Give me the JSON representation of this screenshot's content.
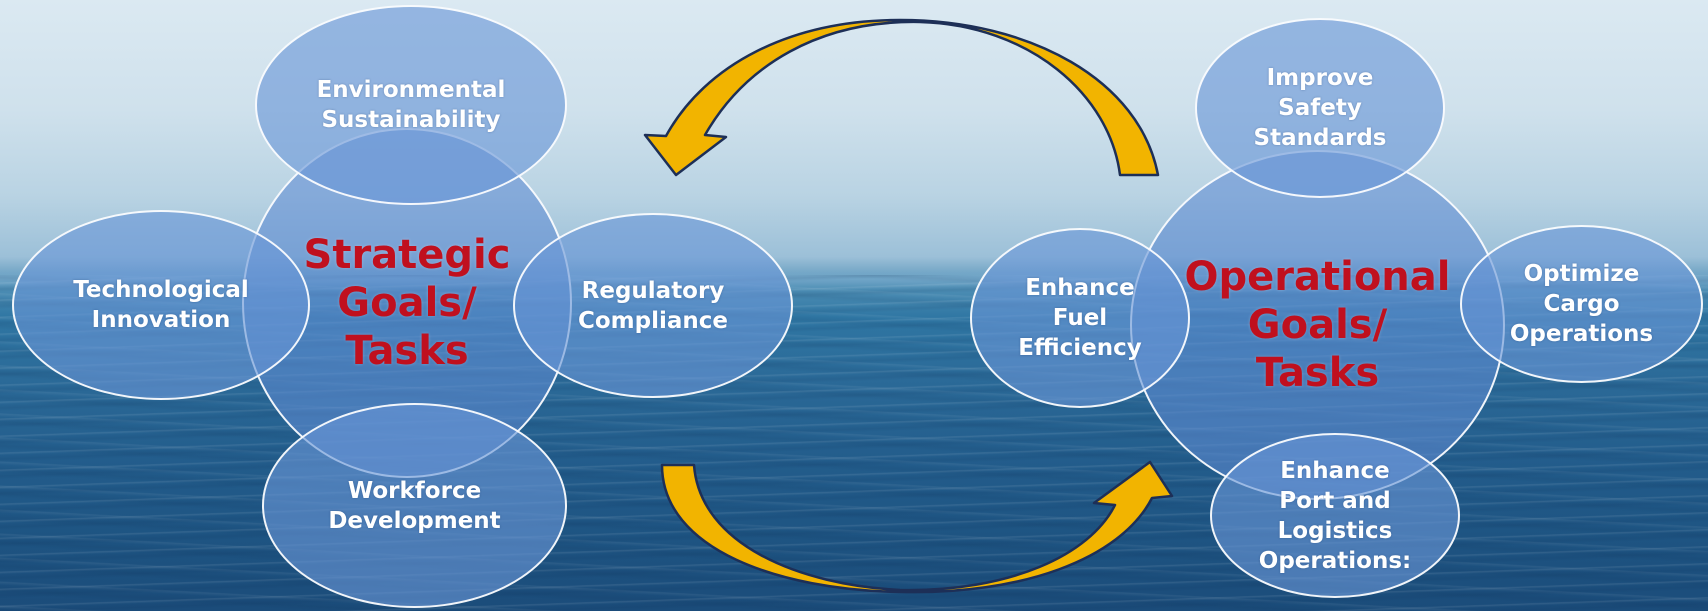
{
  "diagram": {
    "colors": {
      "bubble_fill": "#6996d7",
      "bubble_border": "#ffffff",
      "center_text": "#c0101e",
      "bubble_text": "#ffffff",
      "arrow_fill": "#f2b400",
      "arrow_outline": "#1d2f57"
    },
    "strategic": {
      "center": "Strategic\nGoals/\nTasks",
      "environmental": "Environmental\nSustainability",
      "technological": "Technological\nInnovation",
      "regulatory": "Regulatory\nCompliance",
      "workforce": "Workforce\nDevelopment"
    },
    "operational": {
      "center": "Operational\nGoals/\nTasks",
      "safety": "Improve\nSafety\nStandards",
      "fuel": "Enhance\nFuel\nEfficiency",
      "cargo": "Optimize\nCargo\nOperations",
      "port": "Enhance\nPort and\nLogistics\nOperations:"
    },
    "arrows": [
      "curved-arrow-top",
      "curved-arrow-bottom"
    ]
  }
}
